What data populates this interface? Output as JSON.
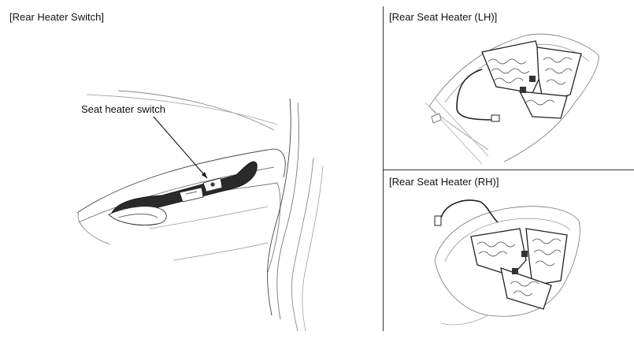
{
  "panels": {
    "switch": {
      "title": "[Rear Heater Switch]"
    },
    "lh": {
      "title": "[Rear Seat Heater (LH)]"
    },
    "rh": {
      "title": "[Rear Seat Heater (RH)]"
    }
  },
  "callouts": {
    "seat_heater_switch": "Seat  heater switch"
  }
}
